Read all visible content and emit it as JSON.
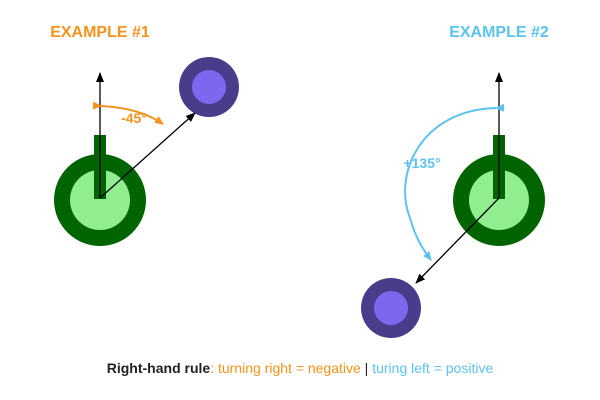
{
  "colors": {
    "orange": "#F5931E",
    "blue": "#5CC2F0",
    "dark_green": "#006400",
    "light_green": "#90EE90",
    "dark_purple": "#483D8B",
    "light_purple": "#7B68EE",
    "text_dark": "#222222"
  },
  "example1": {
    "title": "EXAMPLE #1",
    "angle_label": "-45°",
    "angle_deg": -45
  },
  "example2": {
    "title": "EXAMPLE #2",
    "angle_label": "+135°",
    "angle_deg": 135
  },
  "caption": {
    "bold": "Right-hand rule",
    "colon": ": ",
    "right_text": "turning right = negative",
    "separator": " | ",
    "left_text": "turing left = positive"
  },
  "icons": [
    "robot-body-icon",
    "target-ball-icon",
    "heading-arrow-icon",
    "direction-arrow-icon"
  ]
}
